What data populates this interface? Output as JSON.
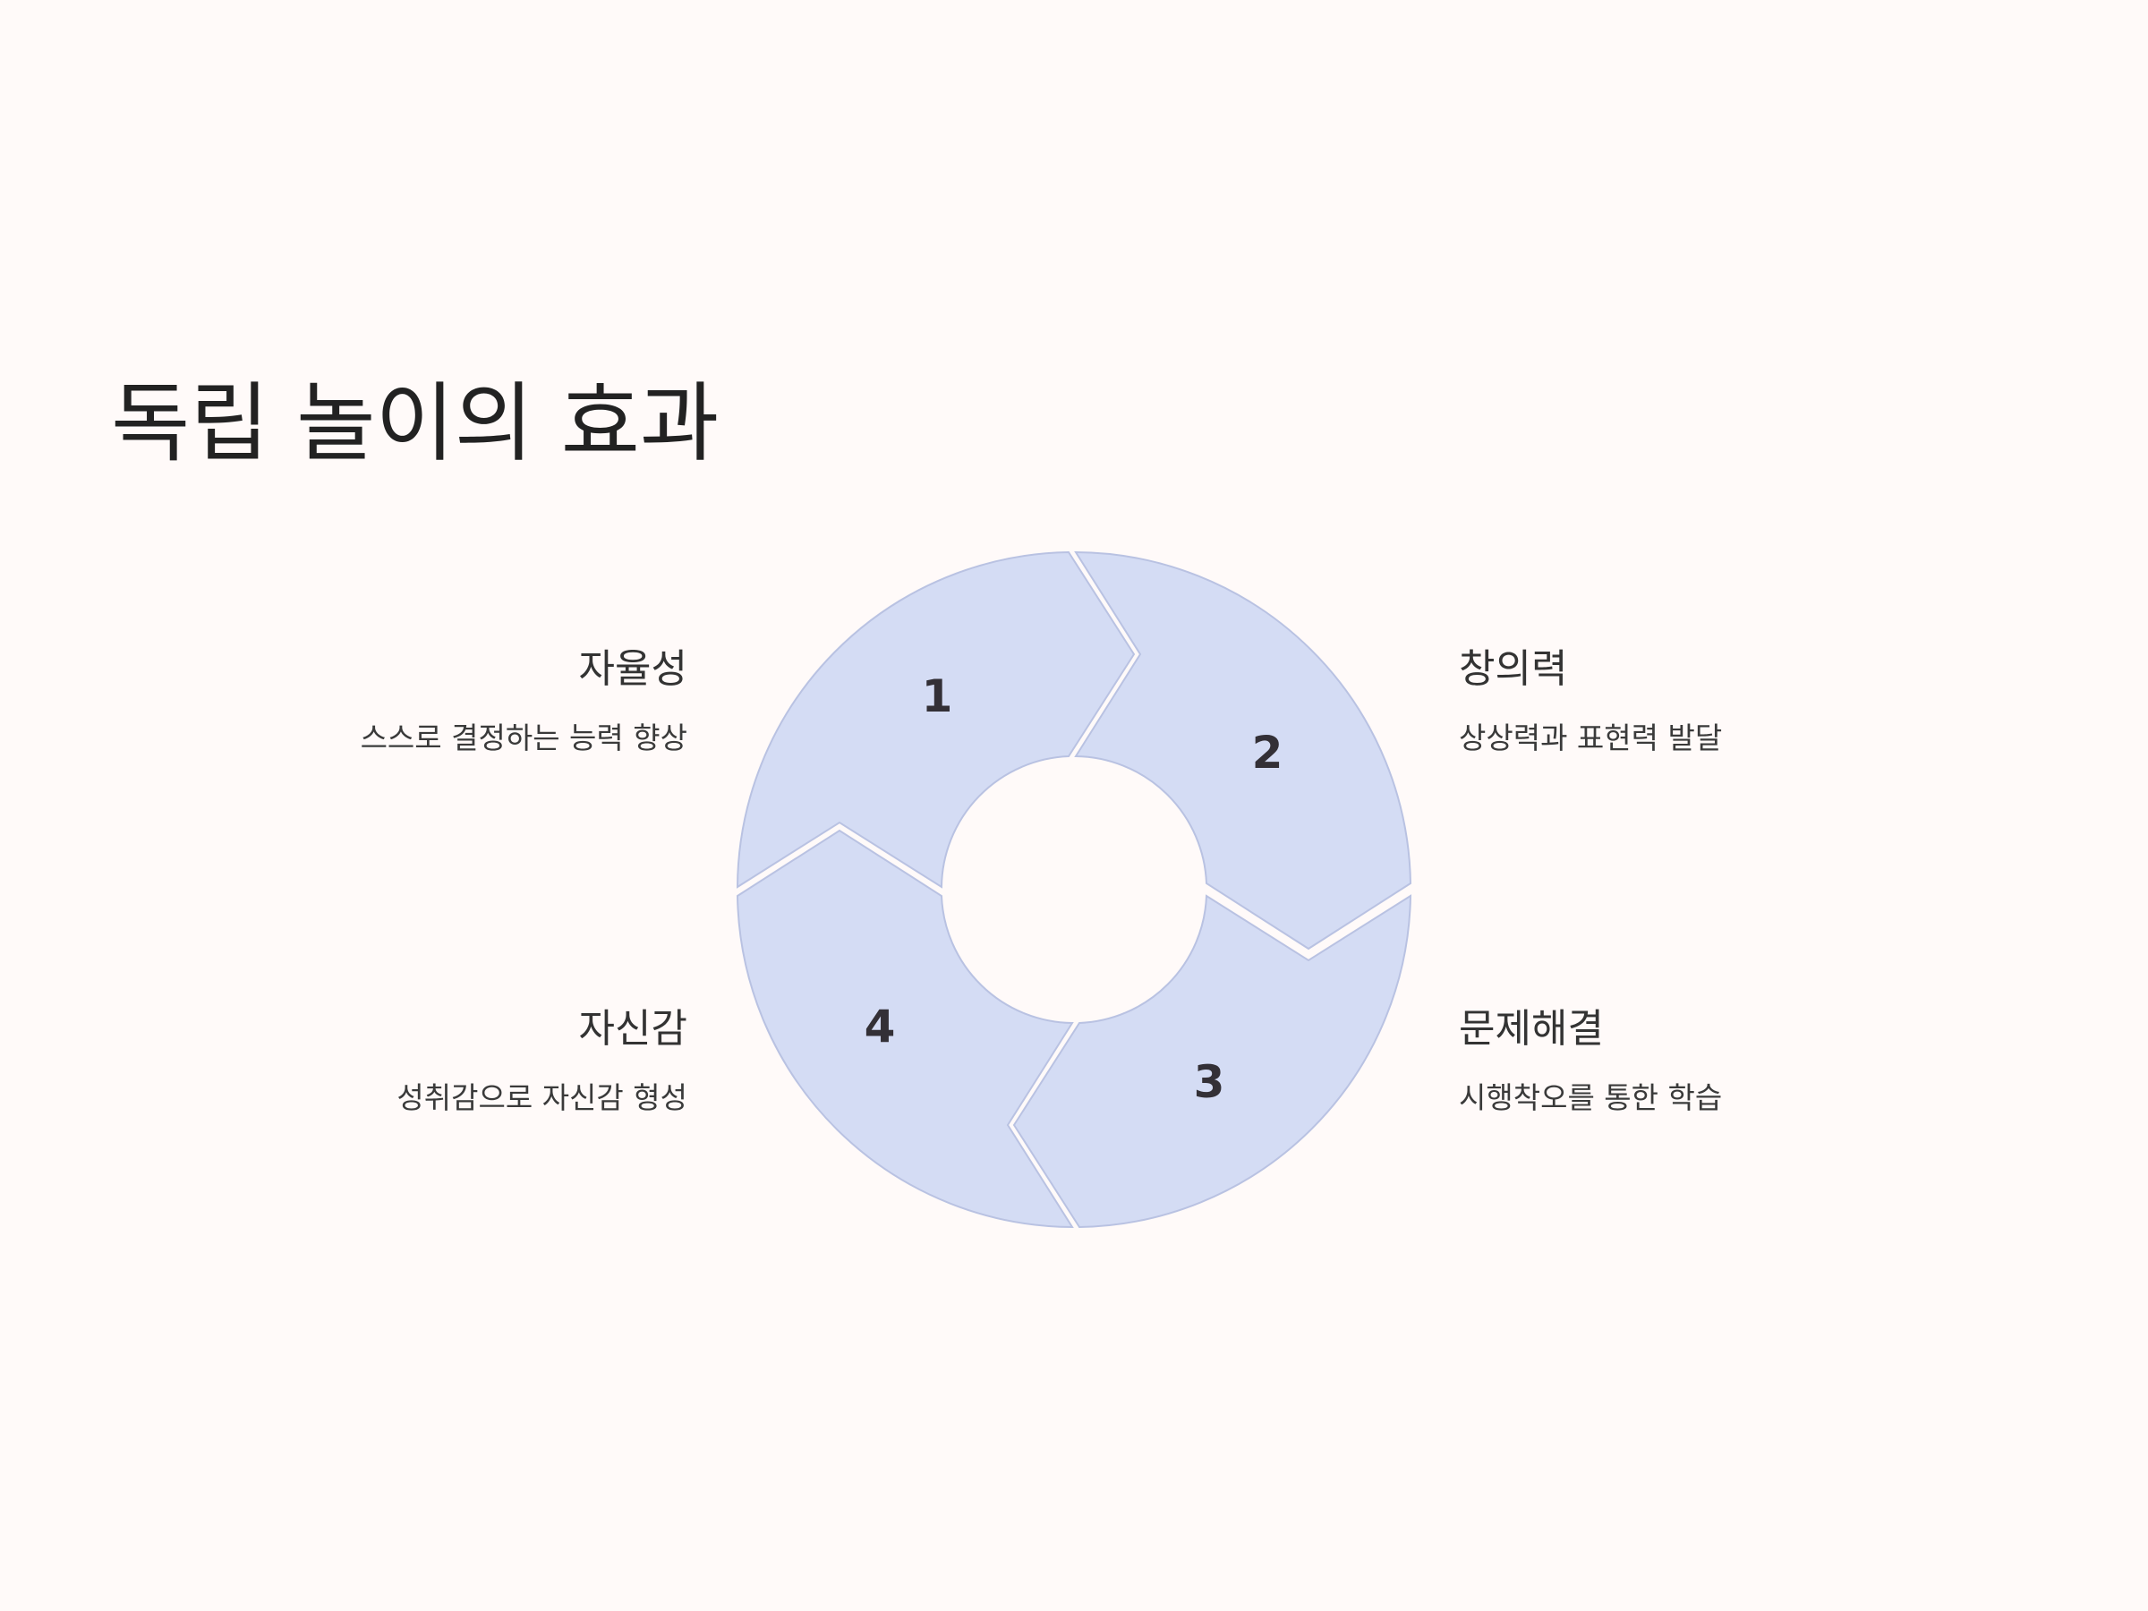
{
  "colors": {
    "background": "#fffaf9",
    "segment_fill": "#d4dcf4",
    "segment_stroke": "#b9c2e2",
    "number": "#333036",
    "title": "#222222"
  },
  "title": "독립 놀이의 효과",
  "segments": [
    {
      "number": "1",
      "title": "자율성",
      "description": "스스로 결정하는 능력 향상"
    },
    {
      "number": "2",
      "title": "창의력",
      "description": "상상력과 표현력 발달"
    },
    {
      "number": "3",
      "title": "문제해결",
      "description": "시행착오를 통한 학습"
    },
    {
      "number": "4",
      "title": "자신감",
      "description": "성취감으로 자신감 형성"
    }
  ]
}
